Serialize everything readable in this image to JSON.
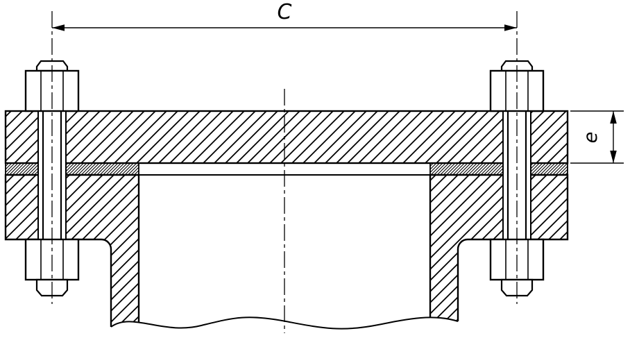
{
  "diagram": {
    "type": "technical-section-drawing",
    "description_names": [
      "blind-flange-plate",
      "gasket",
      "lower-flange",
      "stud-bolt-left",
      "stud-bolt-right",
      "break-line"
    ],
    "labels": {
      "bolt_circle_dimension": "C",
      "plate_thickness_dimension": "e"
    },
    "colors": {
      "line": "#000000",
      "background": "#ffffff"
    }
  }
}
